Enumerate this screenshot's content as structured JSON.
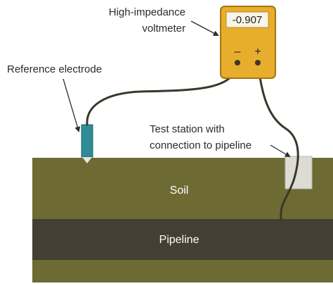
{
  "diagram": {
    "voltmeter": {
      "title_line1": "High-impedance",
      "title_line2": "voltmeter",
      "reading": "-0.907",
      "negative_terminal": "–",
      "positive_terminal": "+"
    },
    "reference_electrode_label": "Reference electrode",
    "test_station_label_line1": "Test station with",
    "test_station_label_line2": "connection to pipeline",
    "soil_label": "Soil",
    "pipeline_label": "Pipeline"
  },
  "colors": {
    "soil": "#6d6b33",
    "pipeline": "#433f32",
    "voltmeter_body": "#e7ad2c",
    "voltmeter_outline": "#a37513",
    "display_bg": "#f7f4e8",
    "electrode": "#2f8b94",
    "test_station": "#dcdcd4",
    "wire": "#3c362c",
    "label_text": "#2b2b2b",
    "soil_text": "#ffffff"
  }
}
